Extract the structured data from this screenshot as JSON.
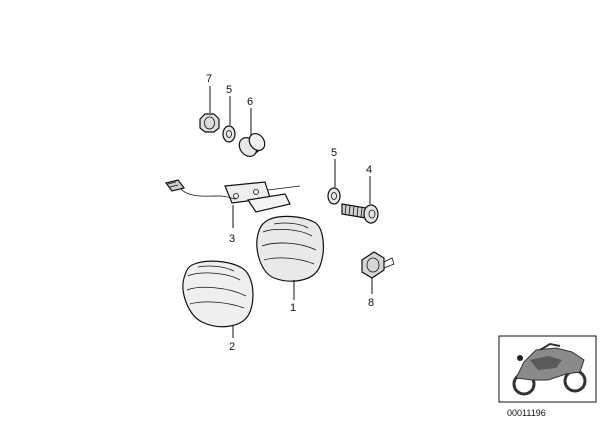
{
  "callouts": {
    "c1": "1",
    "c2": "2",
    "c3": "3",
    "c4": "4",
    "c5a": "5",
    "c5b": "5",
    "c6": "6",
    "c7": "7",
    "c8": "8"
  },
  "thumbnail": {
    "code": "00011196",
    "icon": "motorcycle-icon"
  }
}
